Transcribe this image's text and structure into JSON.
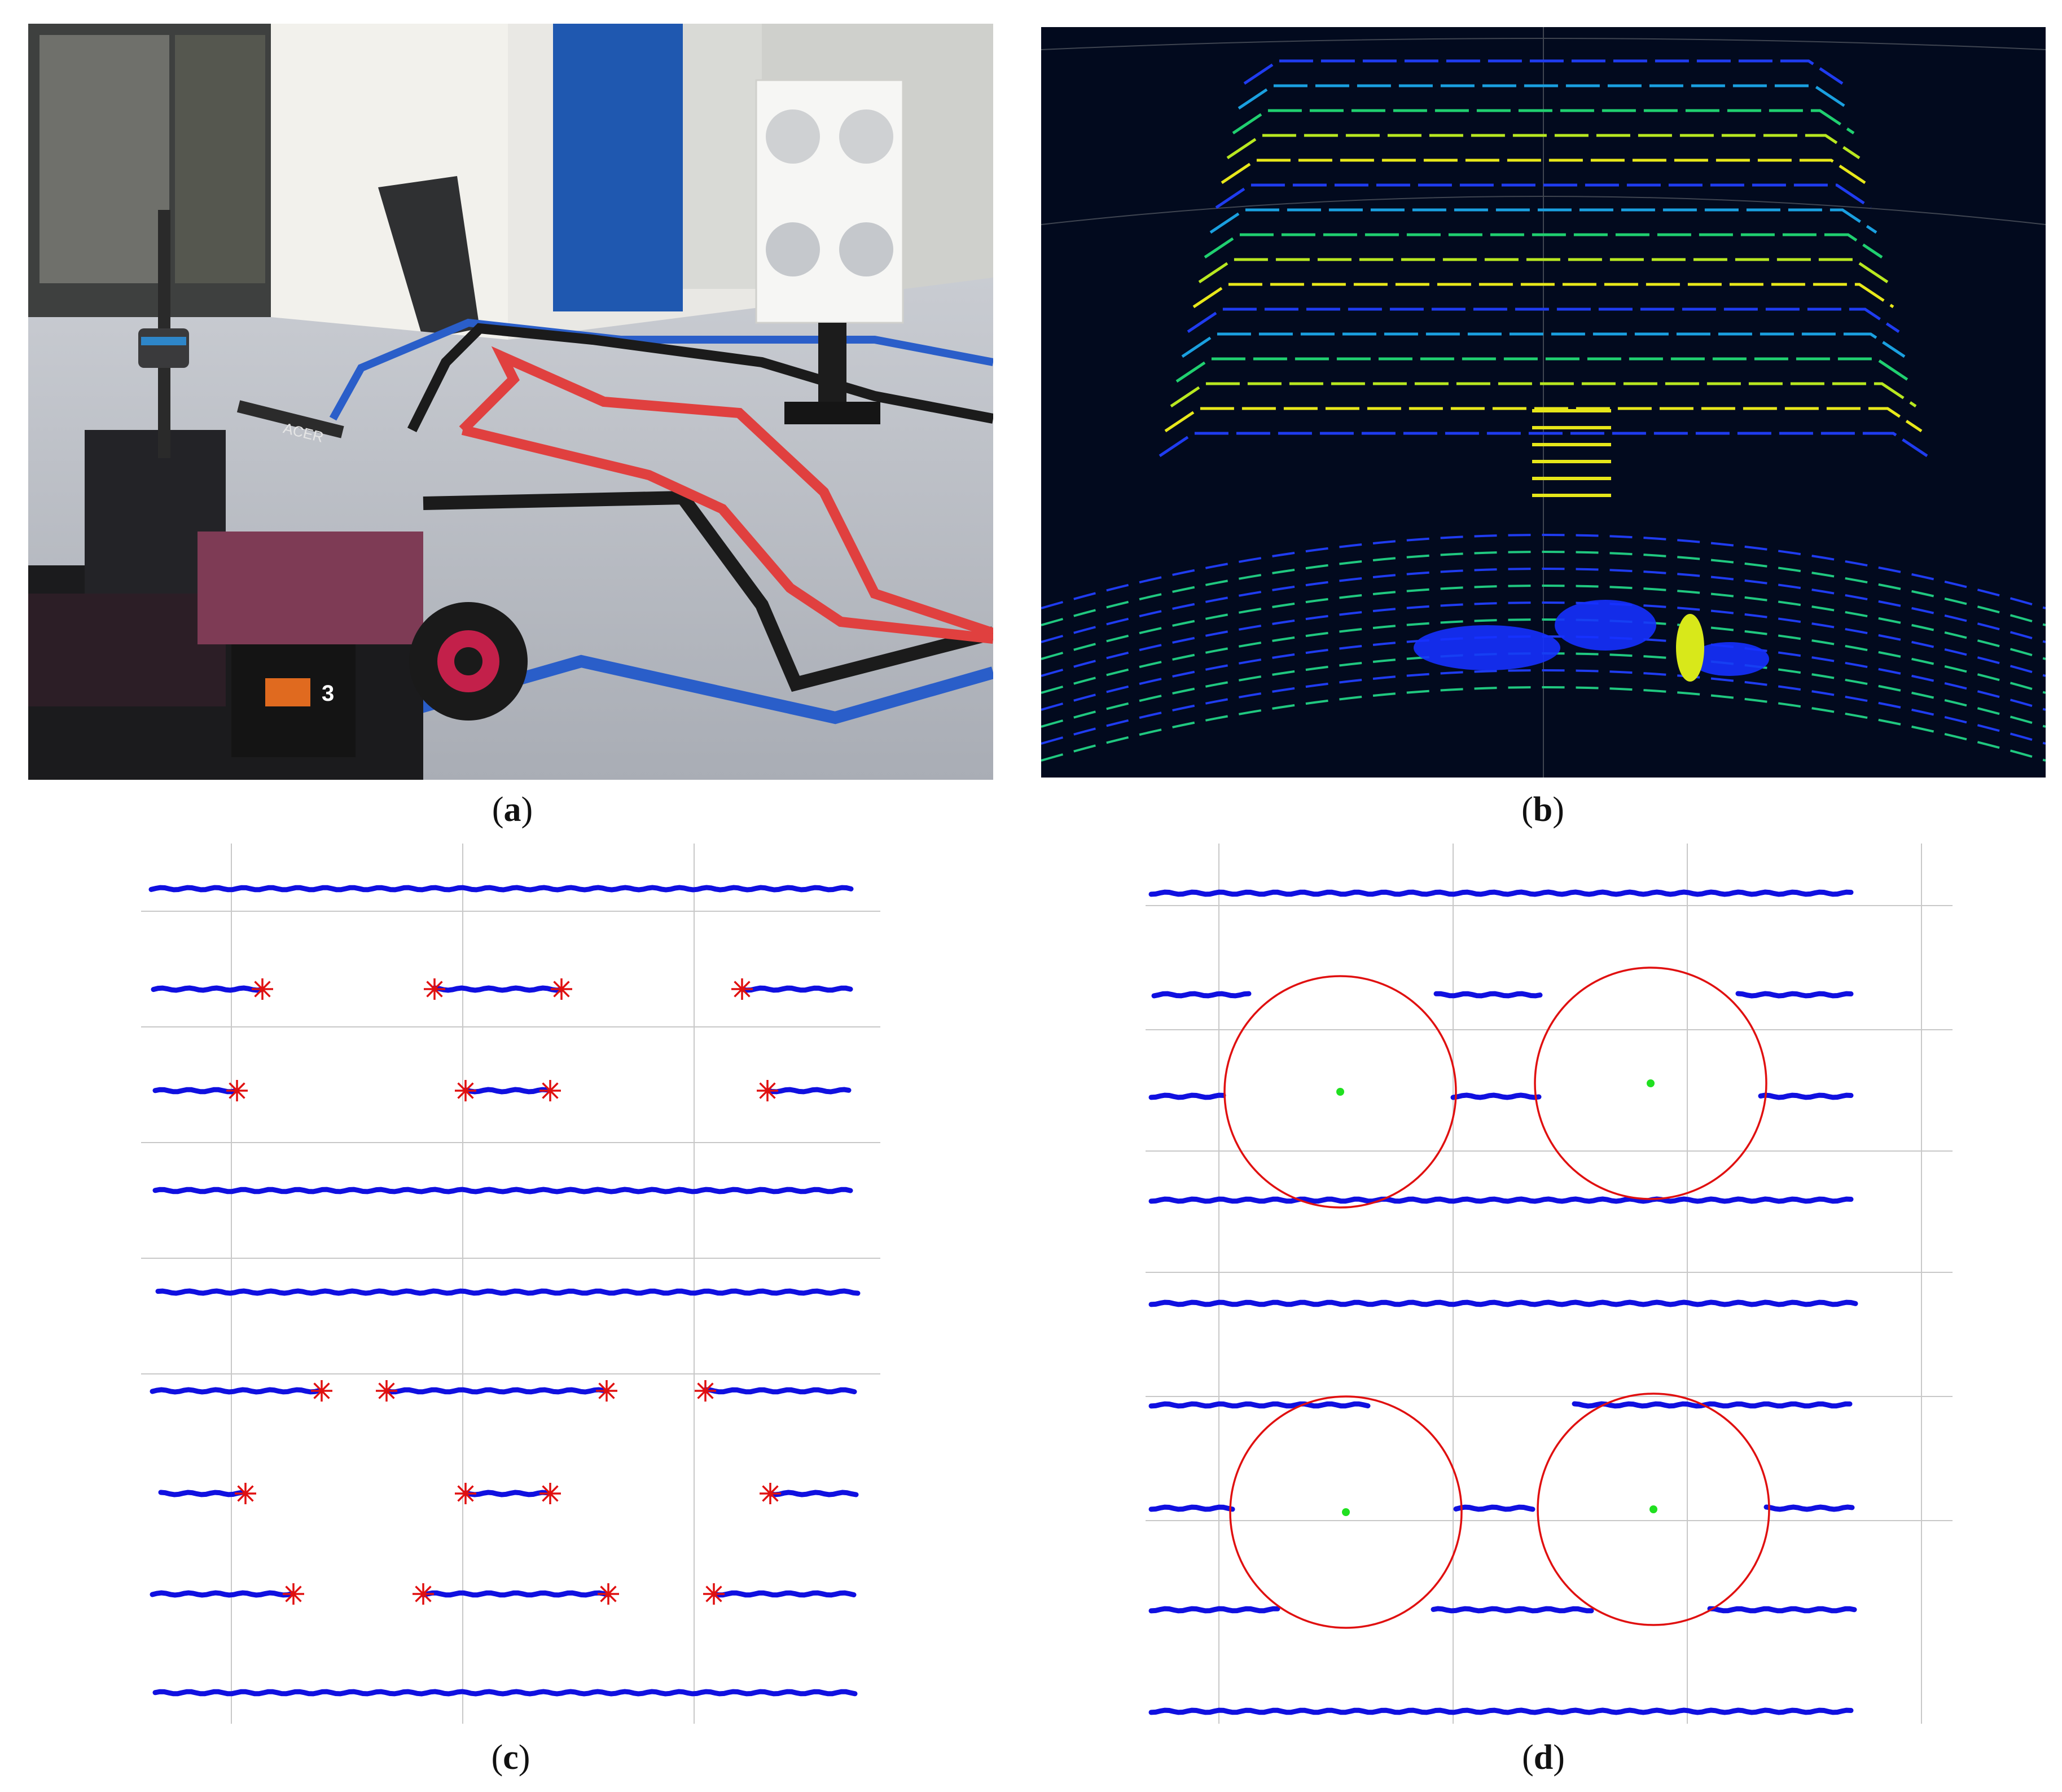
{
  "captions": {
    "a": "a",
    "b": "b",
    "c": "c",
    "d": "d"
  },
  "photo": {
    "sign_text": "3",
    "laptop_label": "ACER"
  },
  "colors": {
    "lidar_background": "#020a1e",
    "scan_points": "#1010e0",
    "edge_markers": "#e01010",
    "fitted_circles": "#e01010",
    "circle_centers": "#20e020",
    "grid": "#c8c8c8"
  }
}
